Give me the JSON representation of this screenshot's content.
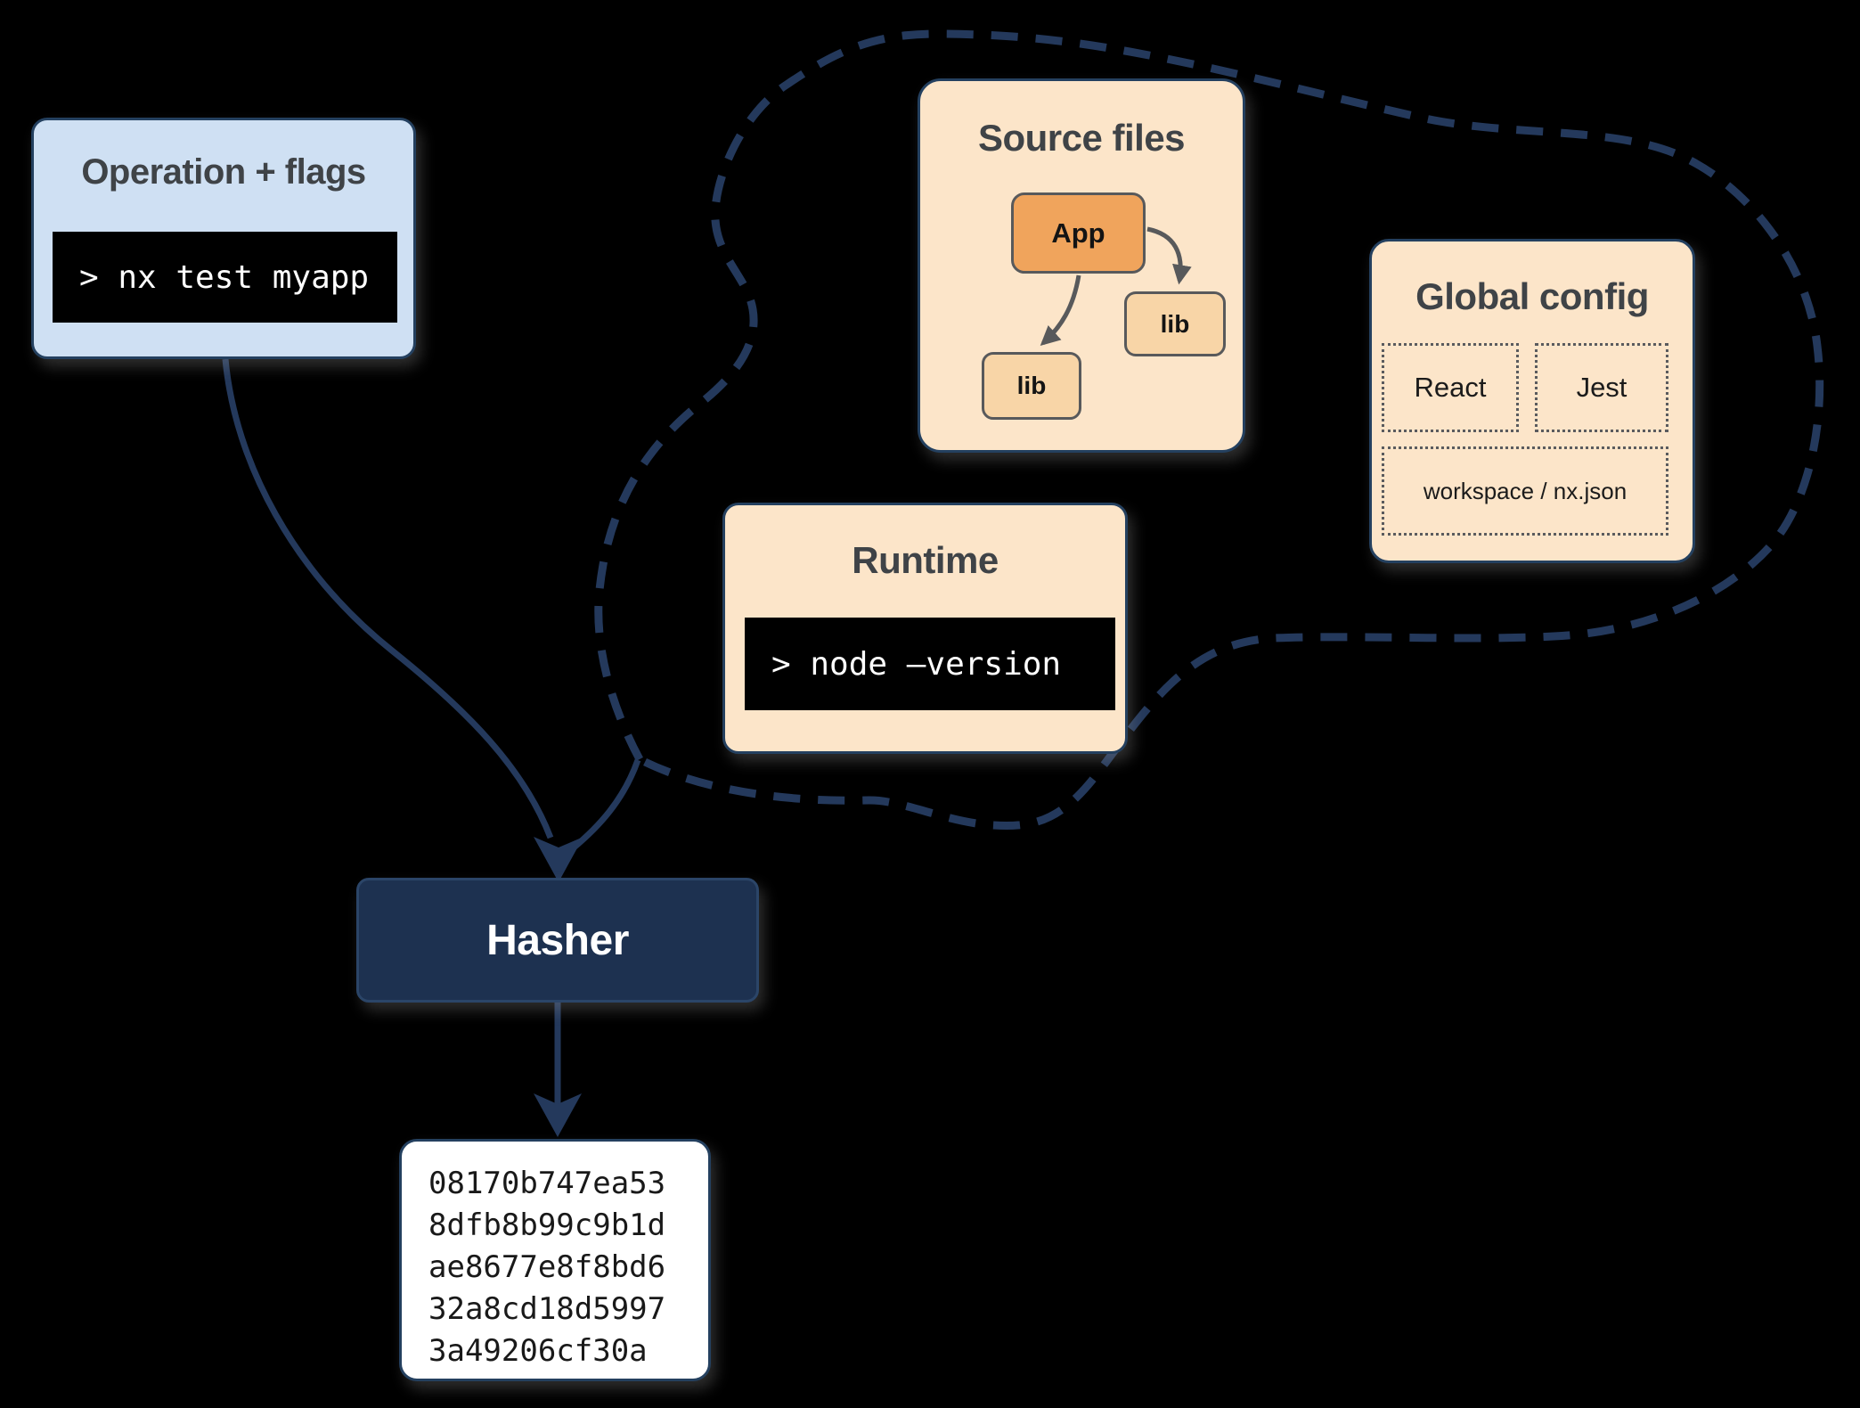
{
  "colors": {
    "background": "#000000",
    "navy": "#24395C",
    "hasher_fill": "#1D3150",
    "blue_fill": "#CFE0F3",
    "peach_fill": "#FCE5C9",
    "orange_fill": "#F0A45C",
    "light_orange_fill": "#F8D5A7",
    "terminal_bg": "#000000",
    "title_text": "#3F4347",
    "inner_border_gray": "#58595B"
  },
  "operation_box": {
    "title": "Operation + flags",
    "command": "> nx test myapp"
  },
  "cloud": {
    "source_files": {
      "title": "Source files",
      "app_label": "App",
      "lib_left_label": "lib",
      "lib_right_label": "lib"
    },
    "global_config": {
      "title": "Global config",
      "items": [
        "React",
        "Jest",
        "workspace / nx.json"
      ]
    },
    "runtime": {
      "title": "Runtime",
      "command": "> node –version"
    }
  },
  "hasher": {
    "label": "Hasher"
  },
  "hash_output": {
    "lines": [
      "08170b747ea53",
      "8dfb8b99c9b1d",
      "ae8677e8f8bd6",
      "32a8cd18d5997",
      "3a49206cf30a"
    ]
  }
}
